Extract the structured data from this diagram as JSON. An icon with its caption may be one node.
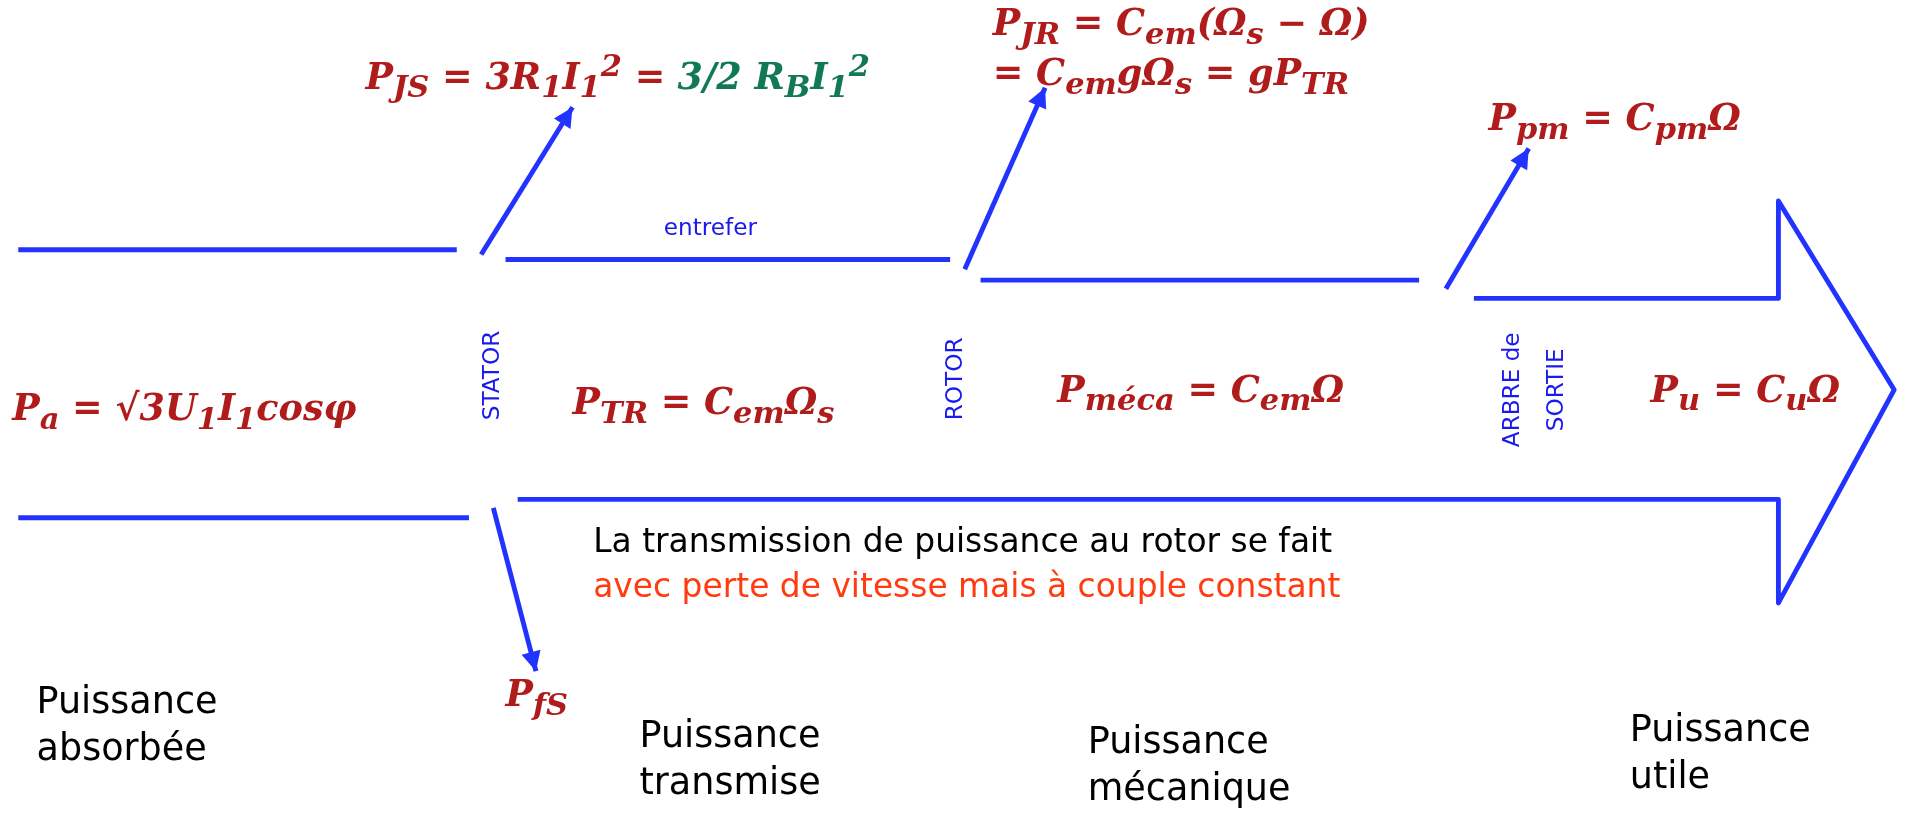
{
  "diagram": {
    "nodes": [
      {
        "text": [
          "P$_{JS}$ = 3R$_{1}$I$_{1}$$^{2}$ =",
          "3/2 R$_{B}$I$_{1}$$^{2}$"
        ]
      },
      {
        "text": [
          "P$_{JR}$ = C$_{em}$(Ω$_{s}$ − Ω)",
          "= C$_{em}$gΩ$_{s}$ = gP$_{TR}$"
        ]
      },
      {
        "text": [
          "P$_{pm}$ = C$_{pm}$Ω"
        ]
      },
      {
        "text": [
          "P$_{fS}$"
        ]
      }
    ],
    "edges": [
      {
        "from": null,
        "to": 0,
        "arrow": "to"
      },
      {
        "from": null,
        "to": 1,
        "arrow": "to"
      },
      {
        "from": null,
        "to": 2,
        "arrow": "to"
      },
      {
        "from": null,
        "to": 3,
        "arrow": "to"
      }
    ],
    "labels": [
      "P$_{a}$ = √3U$_{1}$I$_{1}$cosφ",
      "STATOR",
      "entrefer",
      "P$_{TR}$ = C$_{em}$Ω$_{s}$",
      "ROTOR",
      "P$_{méca}$ = C$_{em}$Ω",
      "ARBRE de SORTIE",
      "P$_{u}$ = C$_{u}$Ω",
      "La transmission de puissance au rotor se fait",
      "avec perte de vitesse mais à couple constant",
      "Puissance absorbée",
      "Puissance transmise",
      "Puissance mécanique",
      "Puissance utile"
    ]
  }
}
